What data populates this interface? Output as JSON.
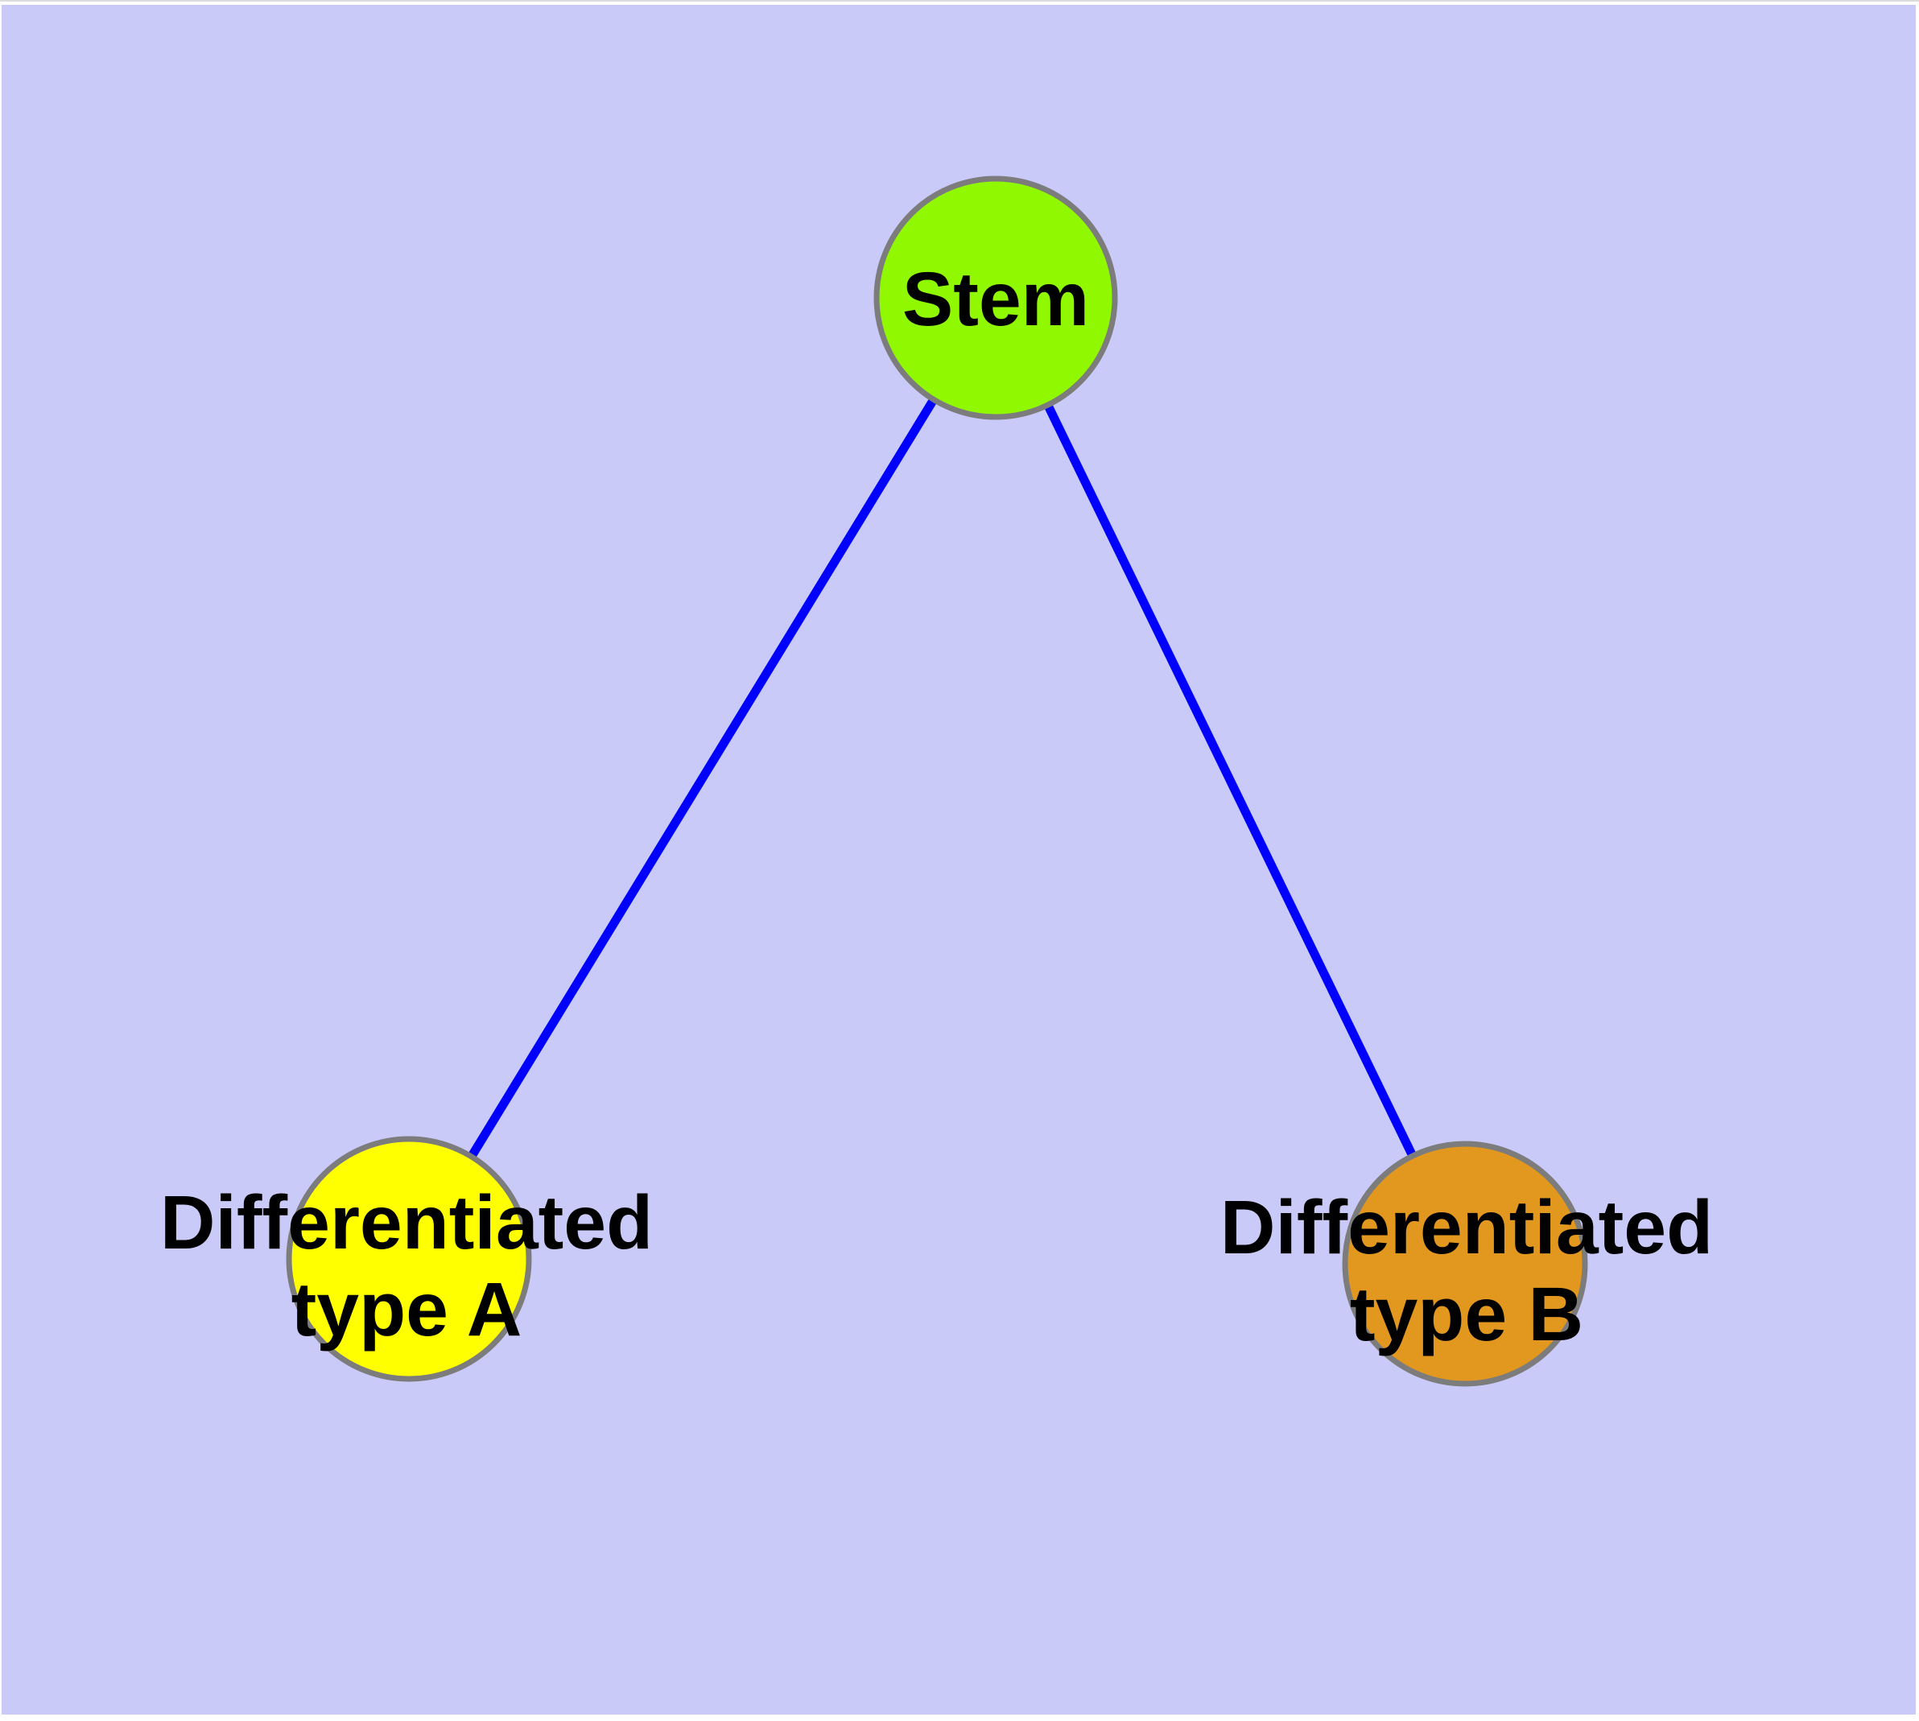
{
  "canvas": {
    "background_color": "#CACAF8",
    "margin_color": "#FFFFFF"
  },
  "styles": {
    "edge_color": "#0000FF",
    "node_border_color": "#7C7C7C",
    "label_color": "#000000"
  },
  "diagram": {
    "type": "graph",
    "nodes": [
      {
        "id": "stem",
        "label": "Stem",
        "lines": [
          "Stem"
        ],
        "fill": "#90F800"
      },
      {
        "id": "differentiated-type-a",
        "label": "Differentiated type A",
        "lines": [
          "Differentiated",
          "type A"
        ],
        "fill": "#FFFF00"
      },
      {
        "id": "differentiated-type-b",
        "label": "Differentiated type B",
        "lines": [
          "Differentiated",
          "type B"
        ],
        "fill": "#E2971F"
      }
    ],
    "edges": [
      {
        "from": "Stem",
        "to": "Differentiated type A"
      },
      {
        "from": "Stem",
        "to": "Differentiated type B"
      }
    ]
  }
}
